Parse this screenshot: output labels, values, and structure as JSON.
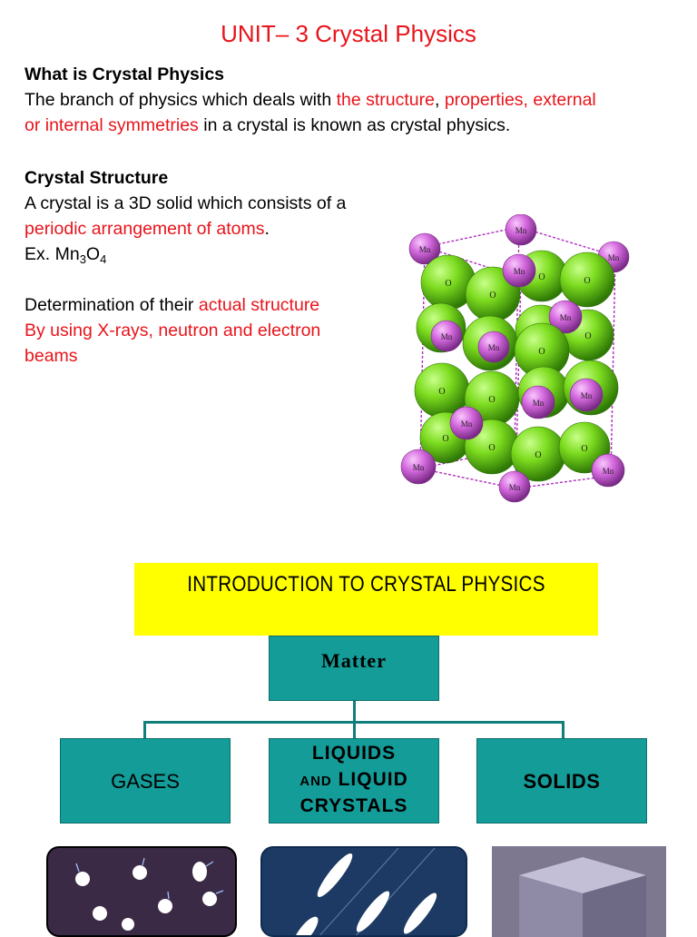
{
  "title": "UNIT– 3 Crystal Physics",
  "what_is": {
    "heading": "What is Crystal Physics",
    "line1_a": "The branch of physics which deals with ",
    "line1_red1": "the structure",
    "line1_b": ", ",
    "line1_red2": "properties, external",
    "line2_red": "or internal symmetries",
    "line2_b": " in a crystal is known as crystal physics."
  },
  "structure": {
    "heading": "Crystal Structure",
    "line1": "A crystal is a 3D solid which consists of a",
    "line2_red": "periodic arrangement of atoms",
    "line2_b": ".",
    "example_prefix": "Ex. Mn",
    "example_sub1": "3",
    "example_mid": "O",
    "example_sub2": "4",
    "det_a": "Determination of their ",
    "det_red": "actual structure",
    "det_line2": "By using X-rays, neutron and electron",
    "det_line3": "beams"
  },
  "crystal_labels": {
    "mn": "Mn",
    "o": "O"
  },
  "diagram": {
    "intro": "INTRODUCTION TO CRYSTAL PHYSICS",
    "matter": "Matter",
    "gases": "GASES",
    "liquids_line1": "LIQUIDS",
    "liquids_line2": "and LIQUID",
    "liquids_line3": "CRYSTALS",
    "solids": "SOLIDS"
  },
  "colors": {
    "red_text": "#e8141b",
    "yellow_box": "#ffff00",
    "teal_box": "#149c98",
    "oxygen_atom": "#7ddc1f",
    "manganese_atom": "#d66be0"
  }
}
